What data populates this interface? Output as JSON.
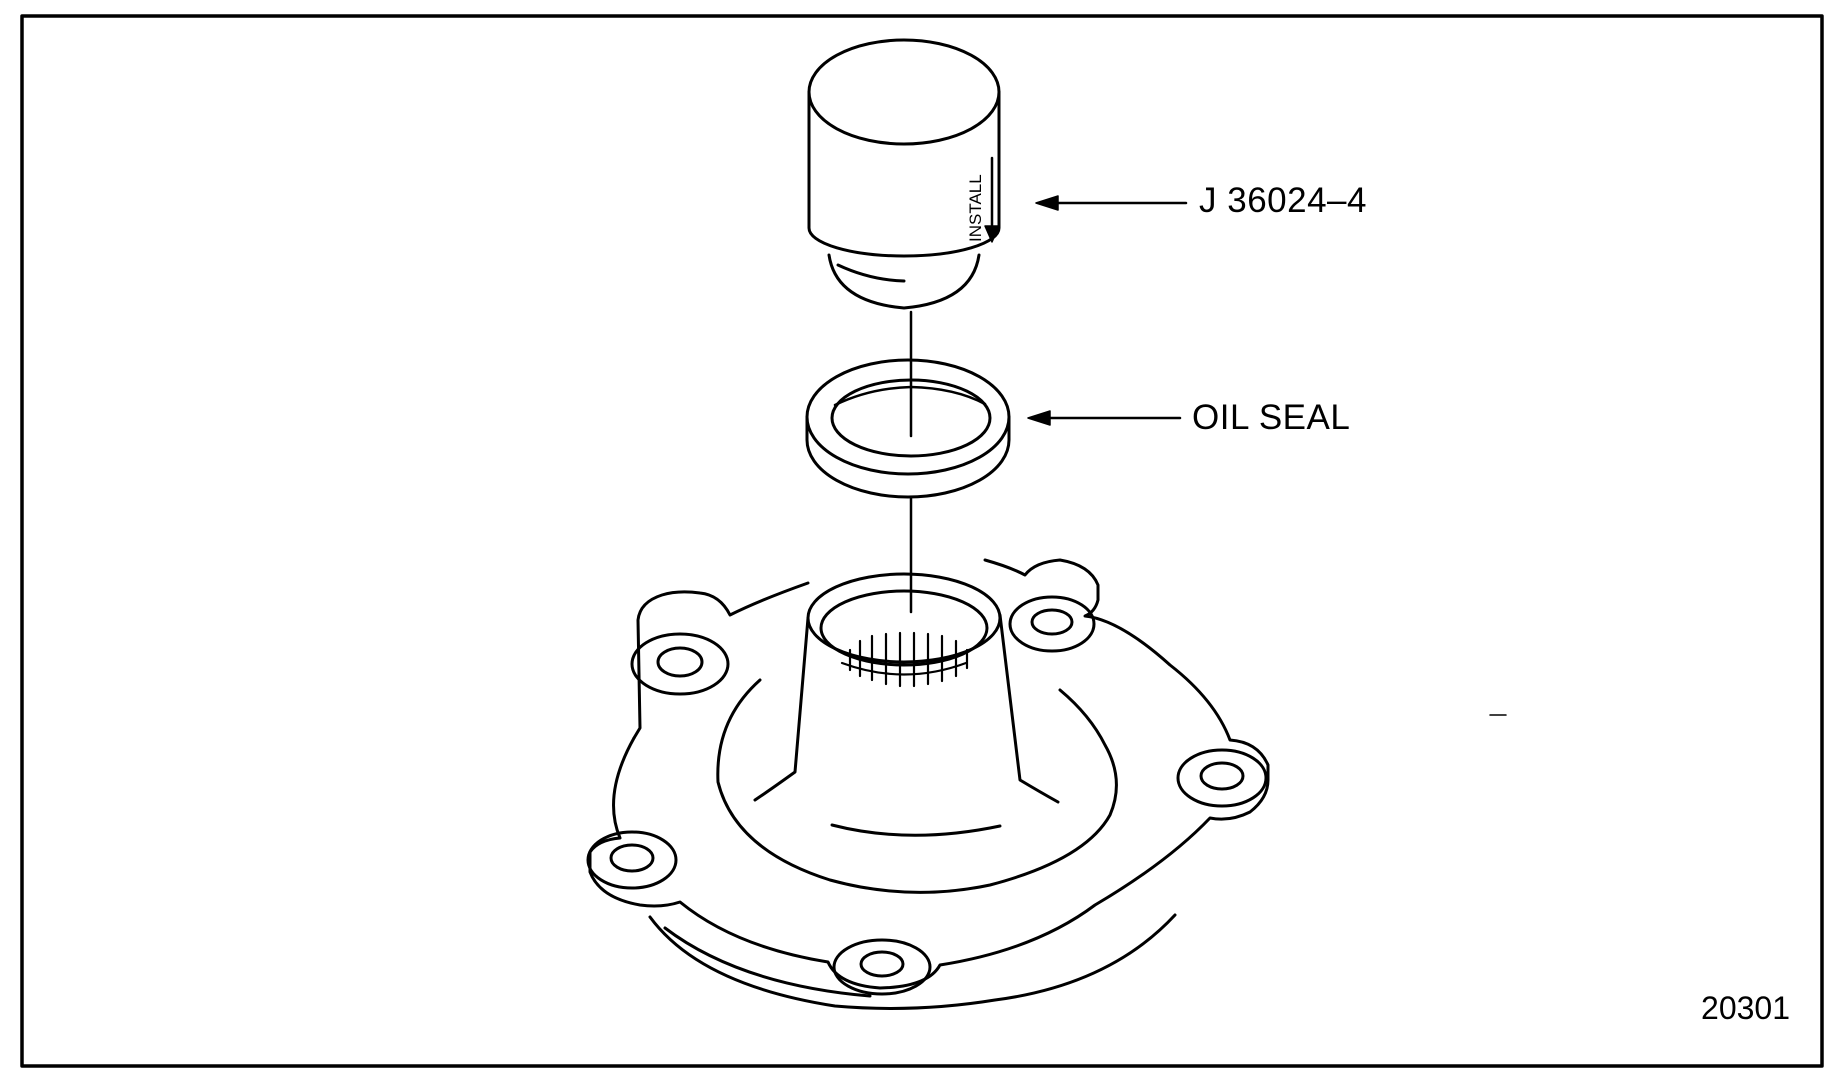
{
  "figure": {
    "tool_engraving": "INSTALL",
    "figure_number": "20301"
  },
  "callouts": {
    "tool_label": "J 36024–4",
    "seal_label": "OIL SEAL"
  },
  "colors": {
    "line": "#000000",
    "background": "#ffffff"
  }
}
